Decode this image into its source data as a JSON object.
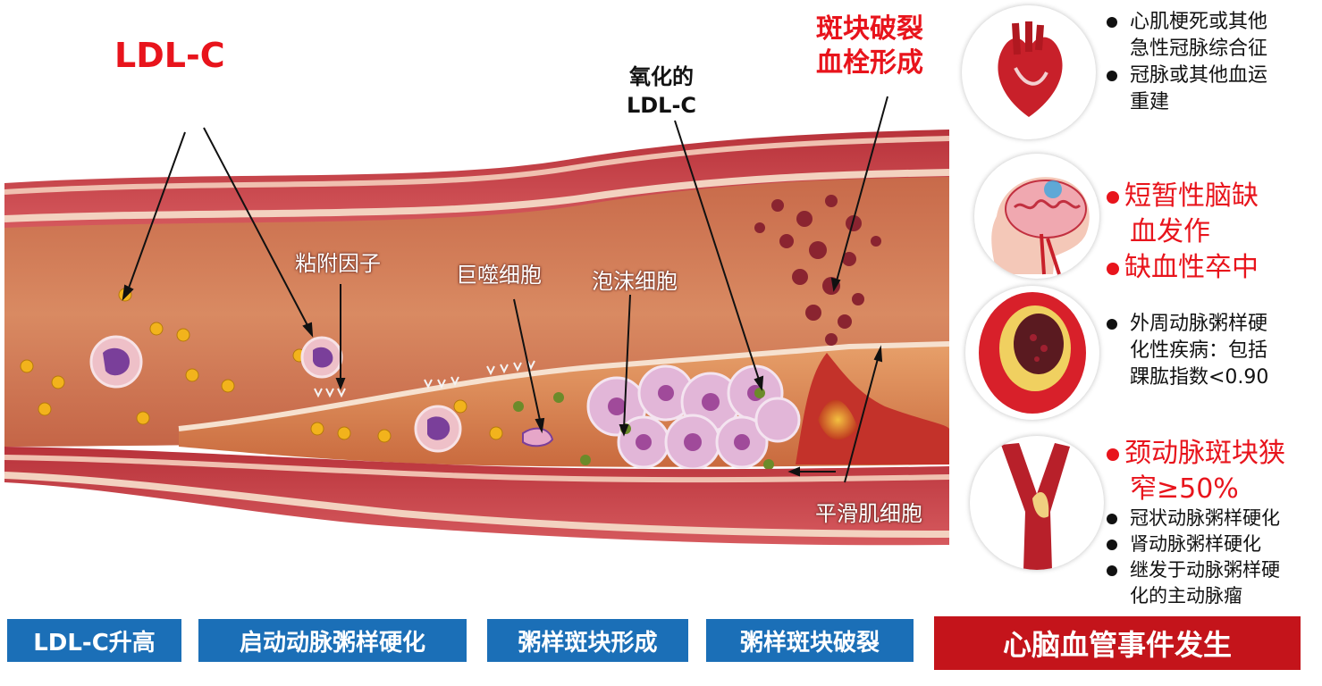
{
  "labels": {
    "ldlc": "LDL-C",
    "oxidized_line1": "氧化的",
    "oxidized_line2": "LDL-C",
    "rupture_line1": "斑块破裂",
    "rupture_line2": "血栓形成",
    "adhesion": "粘附因子",
    "macrophage": "巨噬细胞",
    "foam_cell": "泡沫细胞",
    "smooth_muscle": "平滑肌细胞"
  },
  "stages": [
    "LDL-C升高",
    "启动动脉粥样硬化",
    "粥样斑块形成",
    "粥样斑块破裂",
    "心脑血管事件发生"
  ],
  "outcomes": {
    "heart": [
      "心肌梗死或其他",
      "急性冠脉综合征",
      "冠脉或其他血运",
      "重建"
    ],
    "brain": [
      "短暂性脑缺",
      "血发作",
      "缺血性卒中"
    ],
    "peripheral": [
      "外周动脉粥样硬",
      "化性疾病：包括",
      "踝肱指数<0.90"
    ],
    "carotid_red": [
      "颈动脉斑块狭",
      "窄≥50%"
    ],
    "carotid": [
      "冠状动脉粥样硬化",
      "肾动脉粥样硬化",
      "继发于动脉粥样硬",
      "化的主动脉瘤"
    ]
  },
  "colors": {
    "accent_red": "#e8141c",
    "stage_blue": "#1b6fb7",
    "stage_red": "#c4141b"
  },
  "icons": [
    "heart-illustration",
    "brain-illustration",
    "artery-cross-section-illustration",
    "carotid-bifurcation-illustration"
  ]
}
